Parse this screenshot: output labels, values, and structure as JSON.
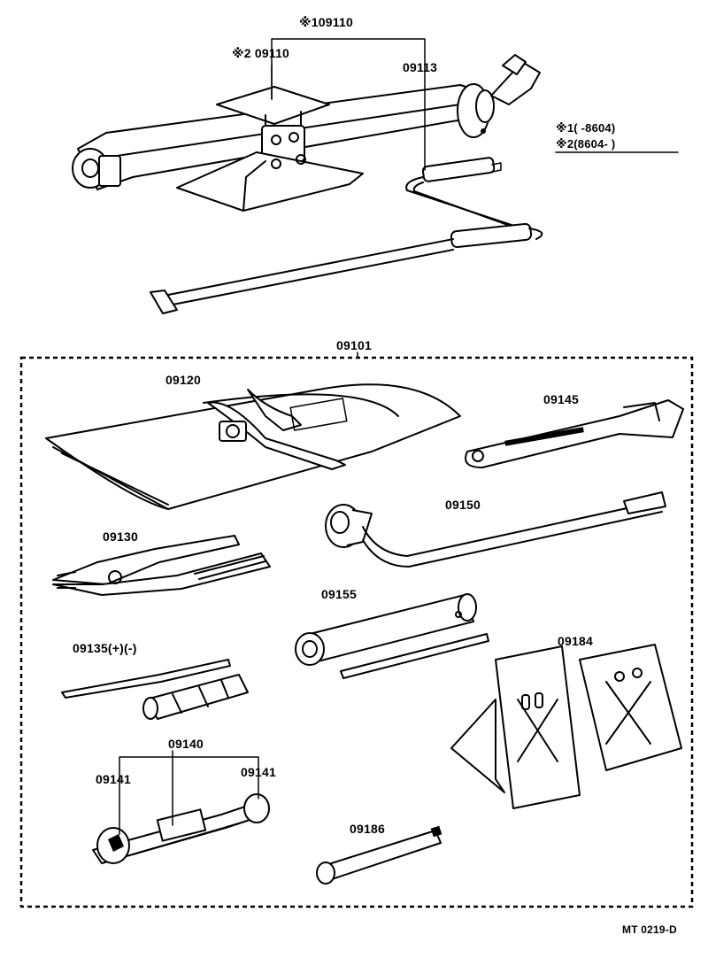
{
  "labels": {
    "jack_assembly_note1": "※109110",
    "jack_assembly_note2": "※2 09110",
    "jack_handle": "09113",
    "applicability_note1": "※1(       -8604)",
    "applicability_note2": "※2(8604-       )",
    "tool_kit": "09101",
    "tool_bag": "09120",
    "wrench": "09145",
    "lug_wrench": "09150",
    "pliers": "09130",
    "plug_wrench": "09155",
    "screwdriver": "09135(+)(-)",
    "wheel_chocks": "09184",
    "wrench_set": "09140",
    "wrench_left": "09141",
    "wrench_right": "09141",
    "extension_bar": "09186",
    "figure_code": "MT 0219-D"
  }
}
